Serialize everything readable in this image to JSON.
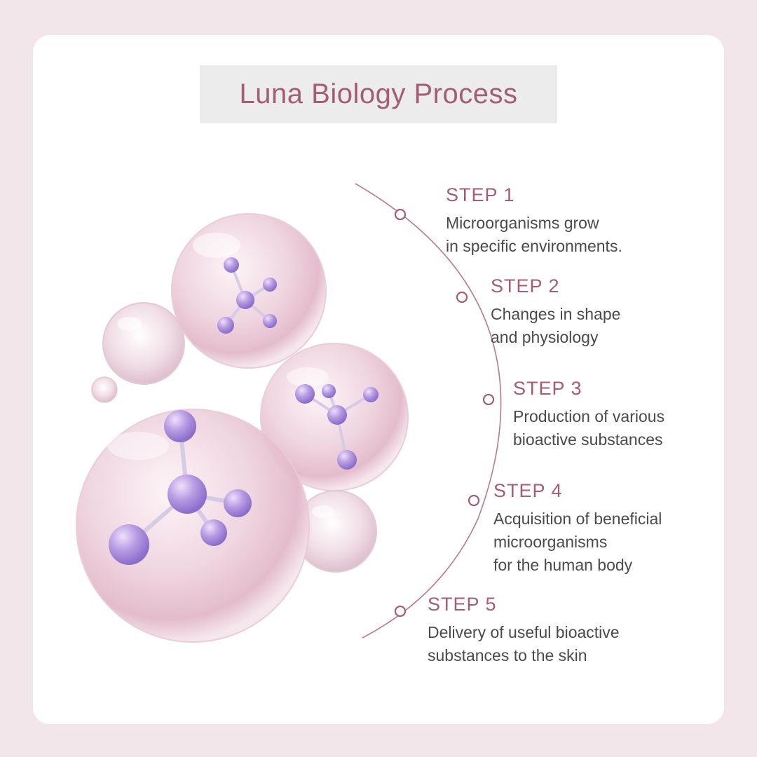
{
  "title": "Luna Biology Process",
  "colors": {
    "background": "#f2e6ea",
    "card": "#ffffff",
    "title_box": "#ececec",
    "accent": "#a35e73",
    "text": "#4a4a4a"
  },
  "steps": [
    {
      "label": "STEP 1",
      "lines": [
        "Microorganisms grow",
        "in specific environments."
      ]
    },
    {
      "label": "STEP 2",
      "lines": [
        "Changes in shape",
        "and physiology"
      ]
    },
    {
      "label": "STEP 3",
      "lines": [
        "Production of various",
        "bioactive substances"
      ]
    },
    {
      "label": "STEP 4",
      "lines": [
        "Acquisition of beneficial",
        "microorganisms",
        "for the human body"
      ]
    },
    {
      "label": "STEP 5",
      "lines": [
        "Delivery of useful bioactive",
        "substances to the skin"
      ]
    }
  ]
}
